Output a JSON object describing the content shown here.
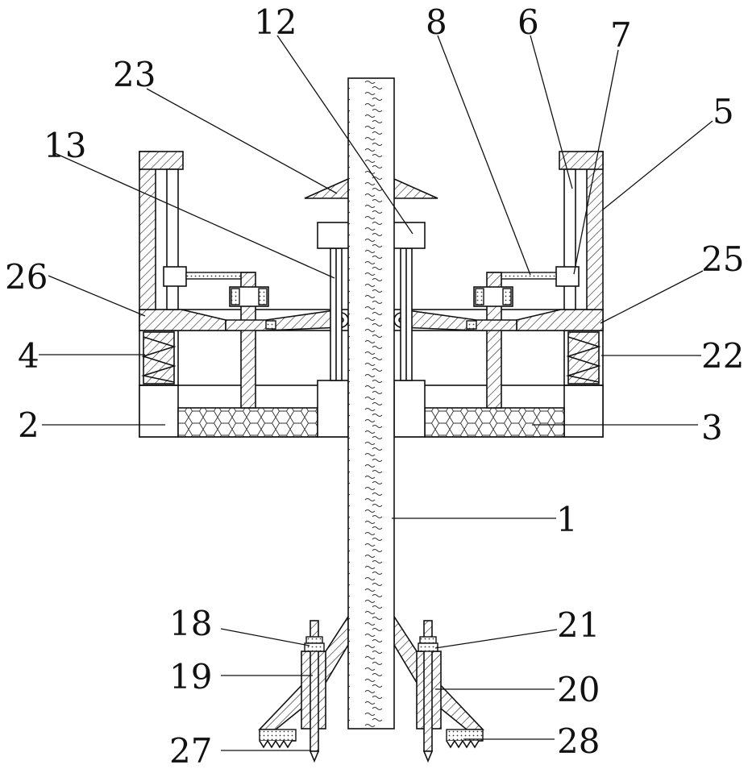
{
  "labels": {
    "l1": "1",
    "l2": "2",
    "l3": "3",
    "l4": "4",
    "l5": "5",
    "l6": "6",
    "l7": "7",
    "l8": "8",
    "l12": "12",
    "l13": "13",
    "l18": "18",
    "l19": "19",
    "l20": "20",
    "l21": "21",
    "l22": "22",
    "l23": "23",
    "l25": "25",
    "l26": "26",
    "l27": "27",
    "l28": "28"
  }
}
